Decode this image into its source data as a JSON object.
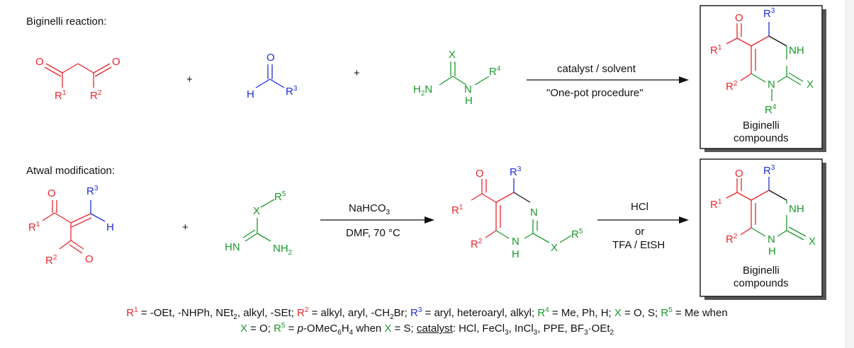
{
  "sections": {
    "biginelli_title": "Biginelli reaction:",
    "atwal_title": "Atwal modification:"
  },
  "reagents": {
    "plus": "+",
    "catalyst_solvent": "catalyst / solvent",
    "one_pot": "\"One-pot procedure\"",
    "nahco3": "NaHCO3",
    "dmf": "DMF, 70 °C",
    "hcl": "HCl",
    "or": "or",
    "tfa": "TFA / EtSH"
  },
  "product_label": {
    "line1": "Biginelli",
    "line2": "compounds"
  },
  "atoms": {
    "O": "O",
    "N": "N",
    "H": "H",
    "X": "X",
    "NH": "NH",
    "HN": "HN",
    "NH2": "NH2",
    "H2N": "H2N",
    "R1": "R1",
    "R2": "R2",
    "R3": "R3",
    "R4": "R4",
    "R5": "R5"
  },
  "footnote": {
    "line1": "R1 = -OEt, -NHPh, NEt2, alkyl, -SEt; R2 = alkyl, aryl, -CH2Br; R3 = aryl, heteroaryl, alkyl; R4 = Me, Ph, H; X = O, S; R5 = Me when",
    "line2": "X = O; R5 = p-OMeC6H4 when X = S; catalyst: HCl, FeCl3, InCl3, PPE, BF3·OEt2"
  },
  "colors": {
    "red": "#e8262d",
    "blue": "#1c2fd6",
    "green": "#1a9a2a",
    "black": "#111111"
  }
}
